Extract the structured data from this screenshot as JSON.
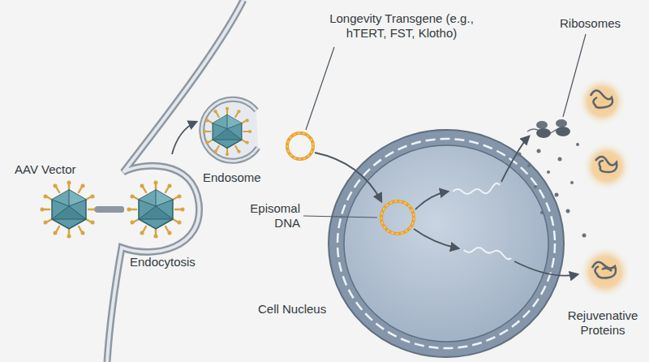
{
  "diagram": {
    "labels": [
      "AAV Vector",
      "Endocytosis",
      "Endosome",
      "Longevity Transgene (e.g., hTERT, FST, Klotho)",
      "Episomal DNA",
      "Cell Nucleus",
      "Ribosomes",
      "Rejuvenative Proteins"
    ]
  }
}
